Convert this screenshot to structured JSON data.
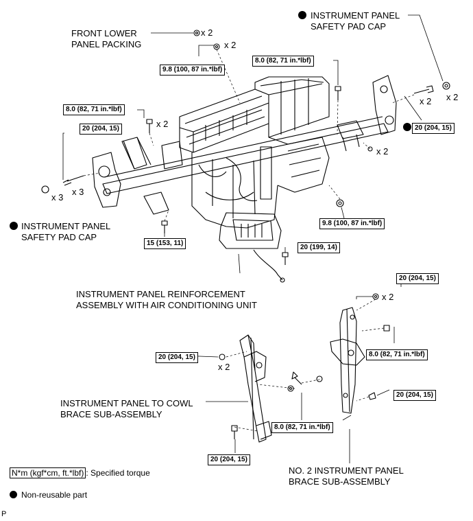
{
  "labels": {
    "front_lower_panel_packing": [
      "FRONT LOWER",
      "PANEL PACKING"
    ],
    "ip_safety_pad_cap_top": [
      "INSTRUMENT PANEL",
      "SAFETY PAD CAP"
    ],
    "ip_safety_pad_cap_left": [
      "INSTRUMENT PANEL",
      "SAFETY PAD CAP"
    ],
    "ip_reinforcement": [
      "INSTRUMENT PANEL REINFORCEMENT",
      "ASSEMBLY WITH AIR CONDITIONING UNIT"
    ],
    "ip_to_cowl_brace": [
      "INSTRUMENT PANEL TO COWL",
      "BRACE SUB-ASSEMBLY"
    ],
    "no2_ip_brace": [
      "NO. 2 INSTRUMENT PANEL",
      "BRACE SUB-ASSEMBLY"
    ]
  },
  "torques": {
    "t1": "9.8 (100, 87 in.*lbf)",
    "t2": "8.0 (82, 71 in.*lbf)",
    "t3": "8.0 (82, 71 in.*lbf)",
    "t4": "20 (204, 15)",
    "t5": "20 (204, 15)",
    "t6": "9.8 (100, 87 in.*lbf)",
    "t7": "15 (153, 11)",
    "t8": "20 (199, 14)",
    "t9": "20 (204, 15)",
    "t10": "20 (204, 15)",
    "t11": "8.0 (82, 71 in.*lbf)",
    "t12": "8.0 (82, 71 in.*lbf)",
    "t13": "20 (204, 15)",
    "t14": "20 (204, 15)"
  },
  "quantities": {
    "q1": "x 2",
    "q2": "x 2",
    "q3": "x 2",
    "q4": "x 2",
    "q5": "x 2",
    "q6": "x 2",
    "q7": "x 3",
    "q8": "x 3",
    "q9": "x 2",
    "q10": "x 2"
  },
  "legend": {
    "torque_unit": "N*m (kgf*cm, ft.*lbf)",
    "torque_desc": ": Specified torque",
    "nonreusable": "Non-reusable part"
  },
  "footer_mark": "P",
  "colors": {
    "line": "#000000",
    "background": "#ffffff"
  }
}
